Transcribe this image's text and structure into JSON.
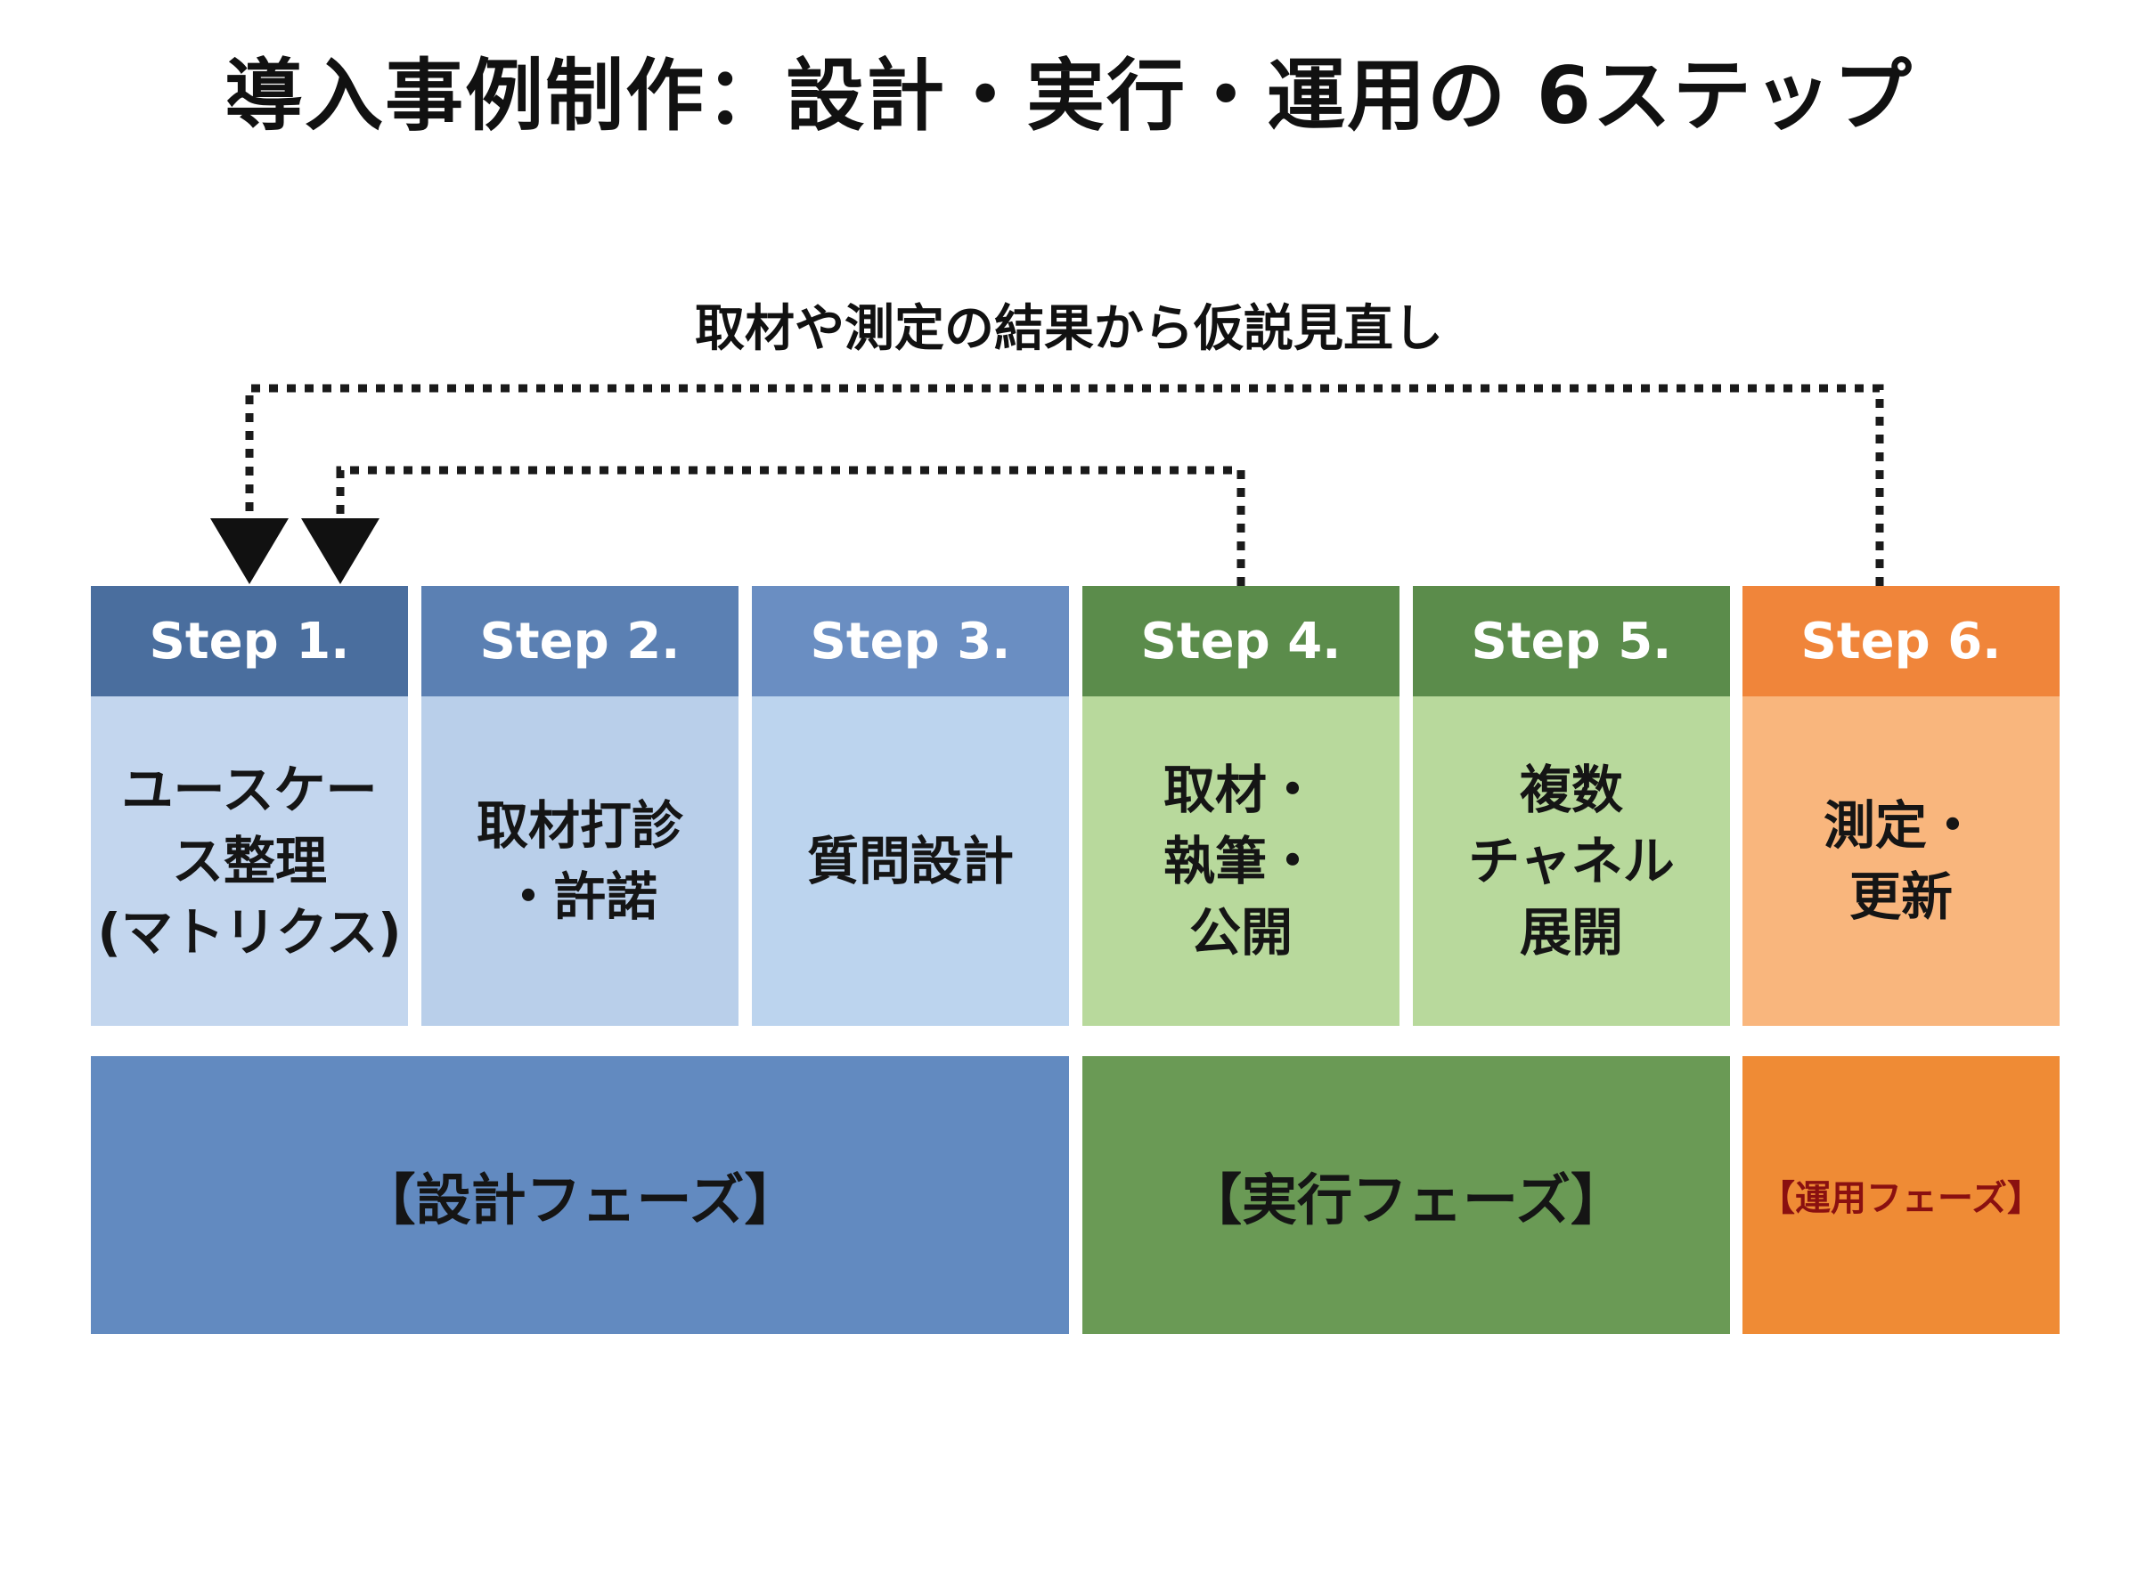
{
  "title": "導入事例制作：設計・実行・運用の 6ステップ",
  "loop_label": "取材や測定の結果から仮説見直し",
  "colors": {
    "design_head": "#4a6e9e",
    "design_body_1": "#c3d6ee",
    "design_body_2": "#b9cfea",
    "design_body_3": "#bcd4ee",
    "design_head_2": "#5b80b3",
    "design_head_3": "#6a8ec2",
    "execute_head": "#5b8c4b",
    "execute_body": "#b8d99c",
    "operate_head": "#f0853a",
    "operate_body": "#f9b67d",
    "design_phase": "#628ac0",
    "execute_phase": "#6a9a55",
    "operate_phase": "#ef8b35",
    "operate_phase_text": "#8a1010"
  },
  "steps": [
    {
      "label": "Step 1.",
      "text": "ユースケー\nス整理\n(マトリクス)"
    },
    {
      "label": "Step 2.",
      "text": "取材打診\n・許諾"
    },
    {
      "label": "Step 3.",
      "text": "質問設計"
    },
    {
      "label": "Step 4.",
      "text": "取材・\n執筆・\n公開"
    },
    {
      "label": "Step 5.",
      "text": "複数\nチャネル\n展開"
    },
    {
      "label": "Step 6.",
      "text": "測定・\n更新"
    }
  ],
  "phases": [
    {
      "label": "【設計フェーズ】"
    },
    {
      "label": "【実行フェーズ】"
    },
    {
      "label": "【運用フェーズ】"
    }
  ]
}
